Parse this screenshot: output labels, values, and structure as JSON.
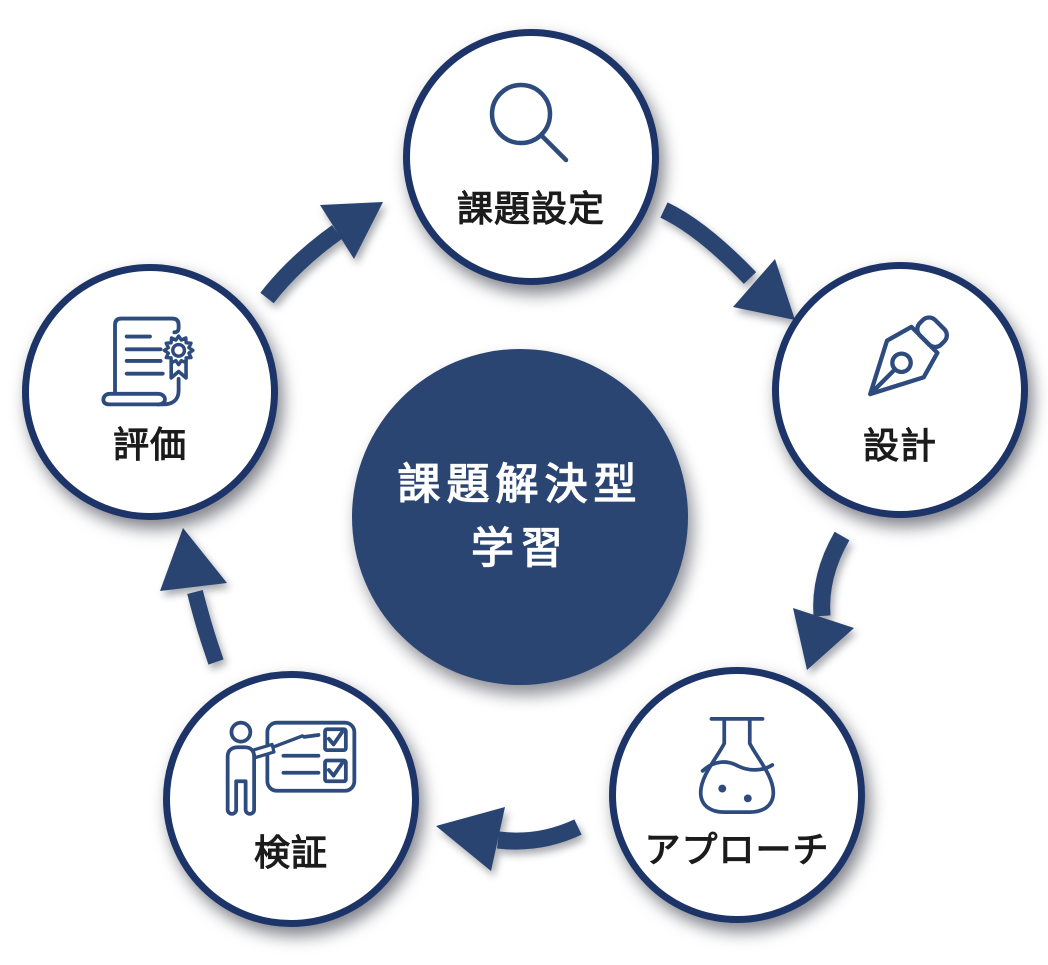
{
  "center": {
    "line1": "課題解決型",
    "line2": "学習"
  },
  "nodes": [
    {
      "label": "課題設定",
      "icon": "search-icon"
    },
    {
      "label": "設計",
      "icon": "pen-nib-icon"
    },
    {
      "label": "アプローチ",
      "icon": "flask-icon"
    },
    {
      "label": "検証",
      "icon": "presentation-checklist-icon"
    },
    {
      "label": "評価",
      "icon": "certificate-icon"
    }
  ],
  "arrows": [
    {
      "name": "arrow-evaluation-to-problem",
      "direction": "up-right"
    },
    {
      "name": "arrow-problem-to-design",
      "direction": "down-right"
    },
    {
      "name": "arrow-design-to-approach",
      "direction": "down-left"
    },
    {
      "name": "arrow-approach-to-verification",
      "direction": "left"
    },
    {
      "name": "arrow-verification-to-evaluation",
      "direction": "up"
    }
  ],
  "colors": {
    "circle_border": "#1d3468",
    "circle_fill": "#ffffff",
    "center_fill": "#2b4573",
    "center_text": "#ffffff",
    "icon_stroke": "#2e4b7e",
    "arrow": "#2a4472",
    "label_text": "#1b1b1b"
  }
}
